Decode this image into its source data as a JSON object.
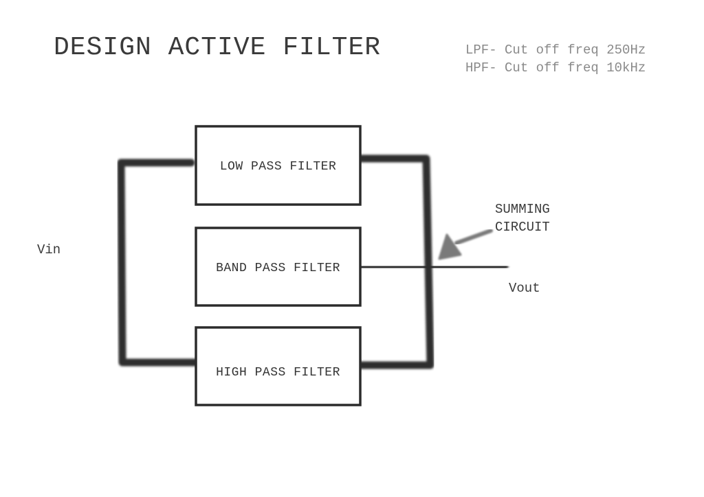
{
  "title": "DESIGN ACTIVE FILTER",
  "specs": {
    "lpf": "LPF- Cut off freq 250Hz",
    "hpf": "HPF- Cut off freq 10kHz"
  },
  "blocks": {
    "low": "LOW PASS FILTER",
    "band": "BAND PASS FILTER",
    "high": "HIGH PASS FILTER"
  },
  "labels": {
    "vin": "Vin",
    "vout": "Vout",
    "summing_line1": "SUMMING",
    "summing_line2": "CIRCUIT"
  },
  "colors": {
    "wire": "#2e2e2e",
    "box_border": "#2b2b2b",
    "spec_text": "#8a8a8a",
    "arrow": "#7a7a7a"
  }
}
